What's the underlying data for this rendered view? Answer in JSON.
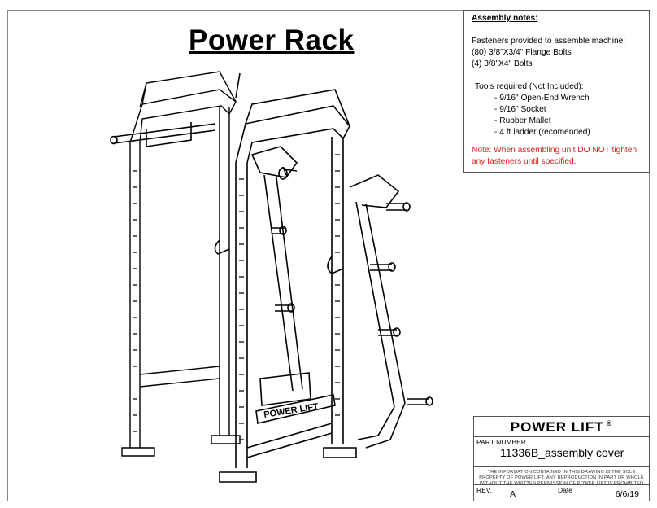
{
  "title": "Power Rack",
  "notes": {
    "heading": "Assembly notes:",
    "fasteners_heading": "Fasteners provided to assemble machine:",
    "fasteners": [
      "(80) 3/8\"X3/4\" Flange Bolts",
      "(4) 3/8\"X4\" Bolts"
    ],
    "tools_heading": "Tools required (Not Included):",
    "tools": [
      "- 9/16\"  Open-End Wrench",
      "- 9/16\" Socket",
      "- Rubber Mallet",
      "- 4 ft ladder (recomended)"
    ],
    "warning": "Note: When assembling unit DO NOT tighten any fasteners until specified.",
    "warning_color": "#d8221c"
  },
  "drawing": {
    "crossbar_label": "POWER LIFT"
  },
  "title_block": {
    "brand": "POWER LIFT",
    "registered": "®",
    "part_number_label": "PART NUMBER",
    "part_number": "11336B_assembly cover",
    "disclaimer": "THE INFORMATION CONTAINED IN THIS DRAWING IS THE SOLE PROPERTY OF POWER LIFT. ANY REPRODUCTION IN PART OR WHOLE WITHOUT THE WRITTEN PERMISSION OF POWER LIFT IS PROHIBITED",
    "rev_label": "REV.",
    "rev": "A",
    "date_label": "Date",
    "date": "6/6/19"
  }
}
